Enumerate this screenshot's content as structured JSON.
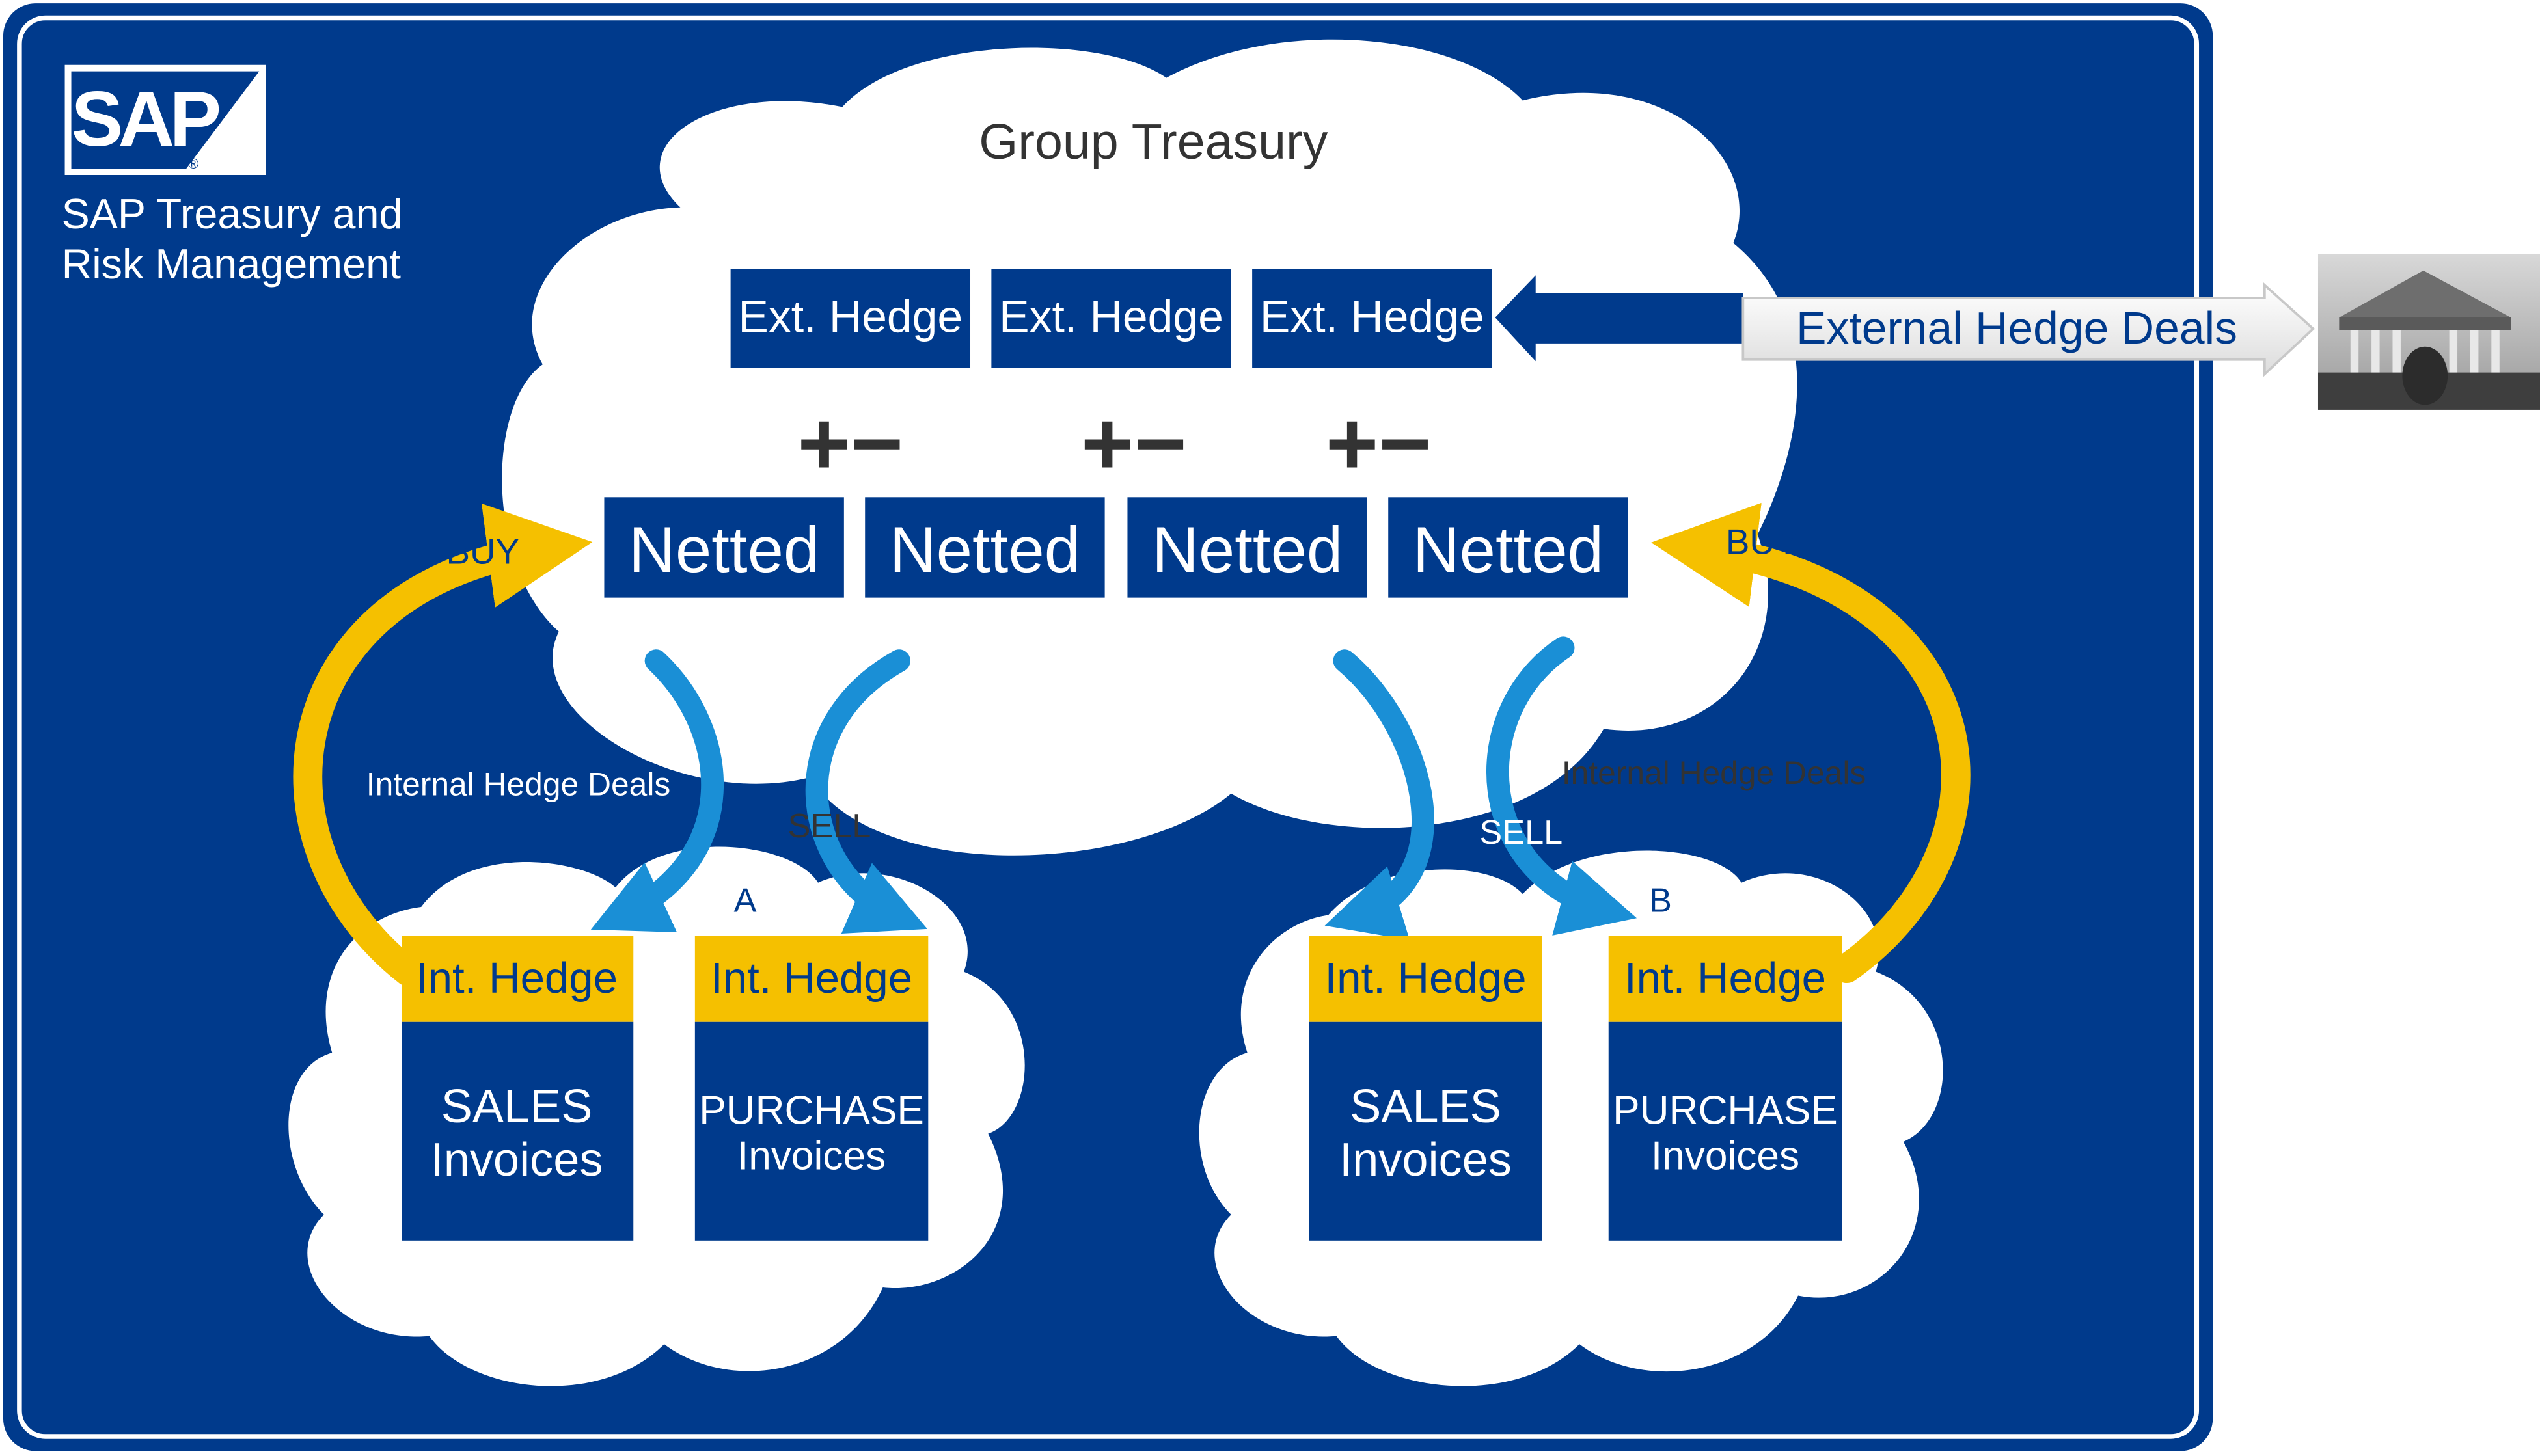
{
  "logo": {
    "text": "SAP",
    "registered": "®"
  },
  "product": {
    "line1": "SAP Treasury and",
    "line2": "Risk Management"
  },
  "group_treasury": {
    "title": "Group Treasury",
    "ext_hedges": [
      "Ext. Hedge",
      "Ext. Hedge",
      "Ext. Hedge"
    ],
    "signs": [
      "+−",
      "+−",
      "+−"
    ],
    "netted": [
      "Netted",
      "Netted",
      "Netted",
      "Netted"
    ]
  },
  "external": {
    "label": "External Hedge Deals",
    "image": "bank-building-photo"
  },
  "flows": {
    "buy_left": "BUY",
    "buy_right": "BUY",
    "sell_left": "SELL",
    "sell_right": "SELL",
    "internal_left": "Internal Hedge Deals",
    "internal_right": "Internal Hedge Deals"
  },
  "entities": [
    {
      "id": "A",
      "units": [
        {
          "hedge": "Int. Hedge",
          "line1": "SALES",
          "line2": "Invoices"
        },
        {
          "hedge": "Int. Hedge",
          "line1": "PURCHASE",
          "line2": "Invoices"
        }
      ]
    },
    {
      "id": "B",
      "units": [
        {
          "hedge": "Int. Hedge",
          "line1": "SALES",
          "line2": "Invoices"
        },
        {
          "hedge": "Int. Hedge",
          "line1": "PURCHASE",
          "line2": "Invoices"
        }
      ]
    }
  ],
  "colors": {
    "background_blue": "#003a8c",
    "box_blue": "#003a8c",
    "gold": "#f5c000",
    "arrow_blue": "#1a8fd6",
    "cloud": "#ffffff"
  }
}
